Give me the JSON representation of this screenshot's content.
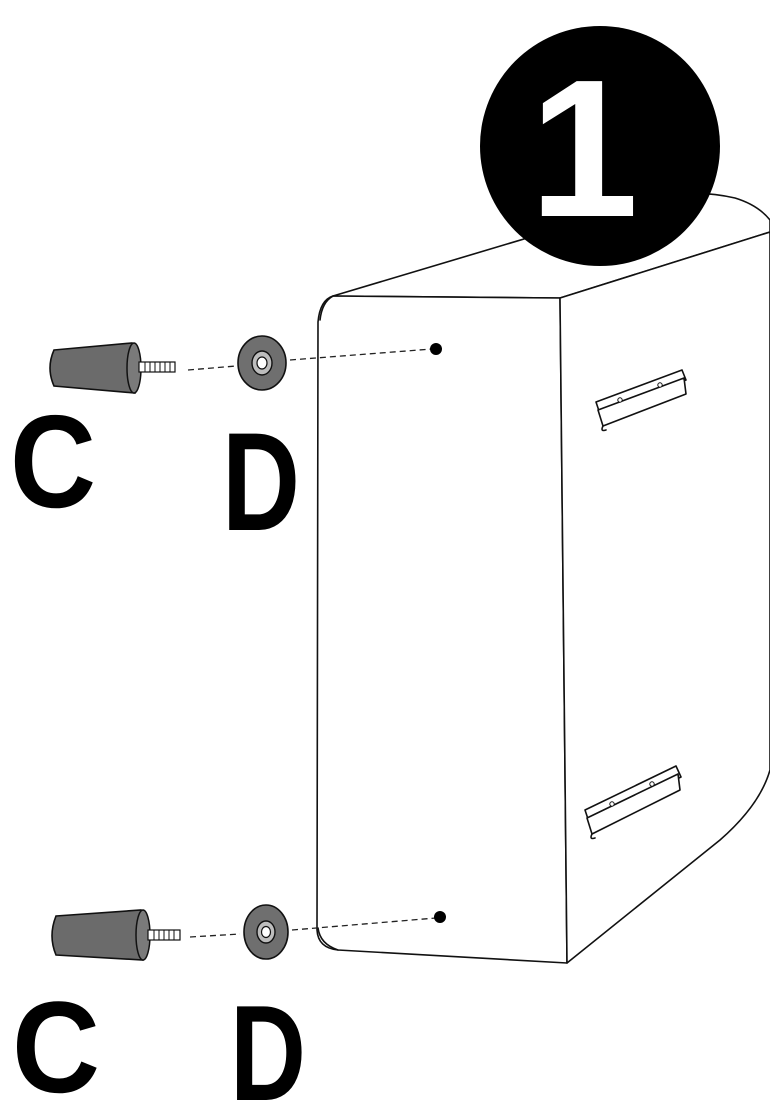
{
  "step": {
    "number": "1"
  },
  "parts": {
    "top_leg_label": "C",
    "top_washer_label": "D",
    "bottom_leg_label": "C",
    "bottom_washer_label": "D"
  },
  "colors": {
    "ink": "#000000",
    "leg_fill": "#6b6b6b",
    "washer_fill": "#6f6f6f",
    "paper": "#ffffff"
  }
}
